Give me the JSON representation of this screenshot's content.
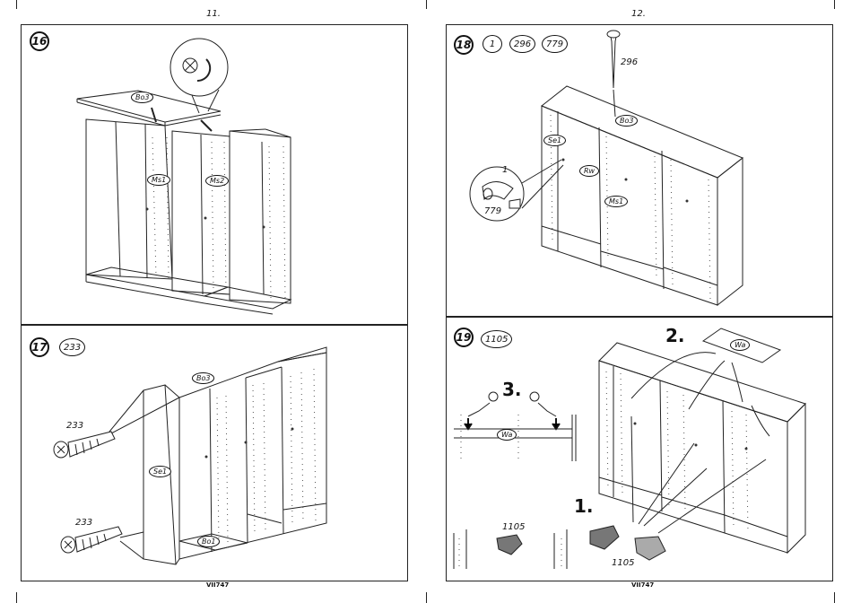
{
  "pages": [
    {
      "number": "11.",
      "footer": "VII747"
    },
    {
      "number": "12.",
      "footer": "VII747"
    }
  ],
  "steps": {
    "s16": {
      "number": "16",
      "labels": {
        "top_panel": "Bo3",
        "door_left": "Ms1",
        "door_right": "Ms2"
      }
    },
    "s17": {
      "number": "17",
      "parts": [
        "233"
      ],
      "screw_label_a": "233",
      "screw_label_b": "233",
      "labels": {
        "top_panel": "Bo3",
        "side_panel": "Se1",
        "bottom_panel": "Bo1"
      }
    },
    "s18": {
      "number": "18",
      "parts": [
        "1",
        "296",
        "779"
      ],
      "screw_label": "296",
      "bracket_label": "1",
      "peg_label": "779",
      "labels": {
        "top_panel": "Bo3",
        "side_panel": "Se1",
        "back_panel": "Rw",
        "door": "Ms1"
      }
    },
    "s19": {
      "number": "19",
      "parts": [
        "1105"
      ],
      "step_one": "1.",
      "step_two": "2.",
      "step_three": "3.",
      "wall_label": "Wa",
      "wall_label_b": "Wa",
      "clip_label_a": "1105",
      "clip_label_b": "1105"
    }
  }
}
